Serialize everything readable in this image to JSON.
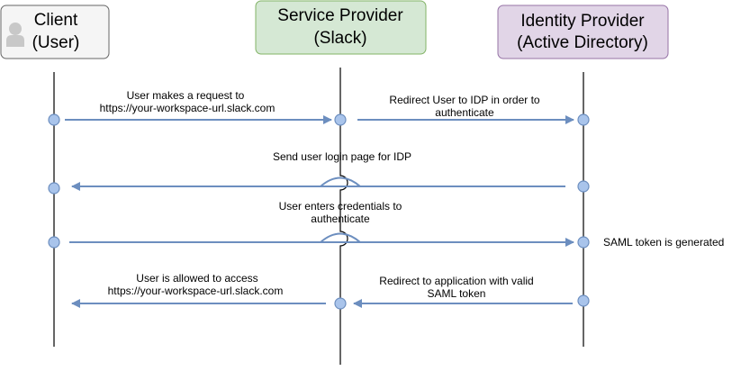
{
  "colors": {
    "client_fill": "#f5f5f5",
    "client_stroke": "#666666",
    "sp_fill": "#d5e8d4",
    "sp_stroke": "#82b366",
    "idp_fill": "#e1d5e7",
    "idp_stroke": "#9673a6",
    "arrow": "#6c8ebf",
    "node_fill": "#a9c4eb",
    "lifeline": "#000000"
  },
  "participants": [
    {
      "id": "client",
      "lines": [
        "Client",
        "(User)"
      ],
      "icon": "user-icon"
    },
    {
      "id": "sp",
      "lines": [
        "Service Provider",
        "(Slack)"
      ]
    },
    {
      "id": "idp",
      "lines": [
        "Identity Provider",
        "(Active Directory)"
      ]
    }
  ],
  "messages": [
    {
      "id": "request",
      "from": "client",
      "to": "sp",
      "lines": [
        "User makes a request to",
        "https://your-workspace-url.slack.com"
      ]
    },
    {
      "id": "redirect-idp",
      "from": "sp",
      "to": "idp",
      "lines": [
        "Redirect User to IDP in order to",
        "authenticate"
      ]
    },
    {
      "id": "login-page",
      "from": "idp",
      "to": "client",
      "lines": [
        "Send user login page for IDP"
      ]
    },
    {
      "id": "credentials",
      "from": "client",
      "to": "idp",
      "lines": [
        "User enters credentials to",
        "authenticate"
      ]
    },
    {
      "id": "redirect-app",
      "from": "idp",
      "to": "sp",
      "lines": [
        "Redirect to application with valid",
        "SAML token"
      ]
    },
    {
      "id": "allowed",
      "from": "sp",
      "to": "client",
      "lines": [
        "User is allowed to access",
        "https://your-workspace-url.slack.com"
      ]
    }
  ],
  "notes": [
    {
      "id": "saml-generated",
      "text": "SAML token is generated"
    }
  ]
}
